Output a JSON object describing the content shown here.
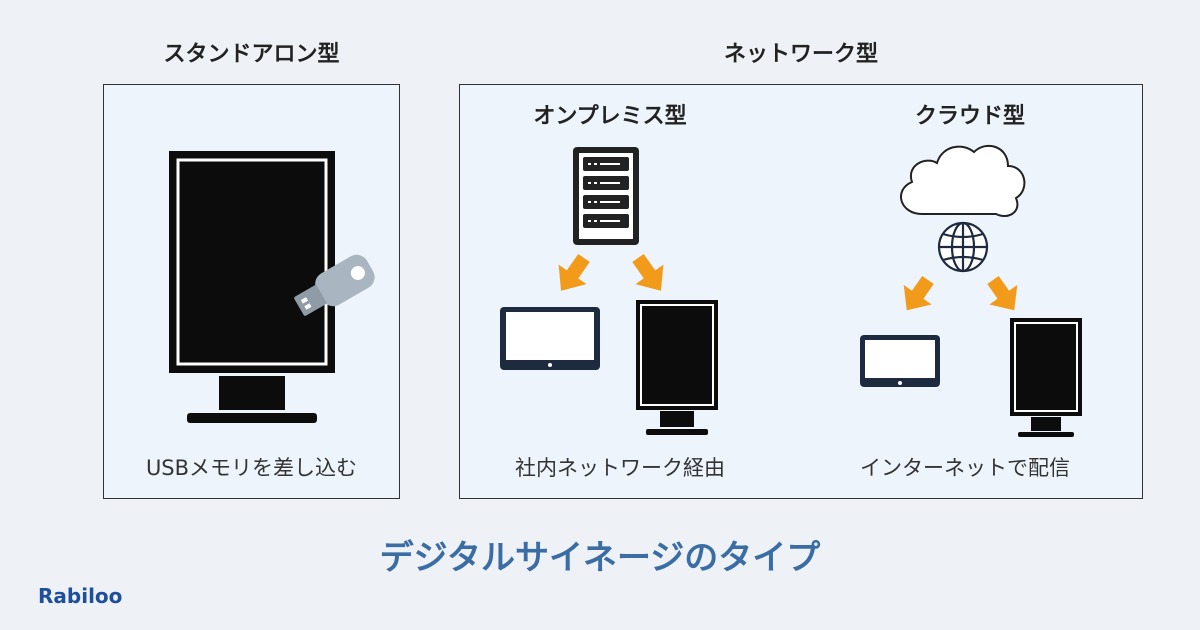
{
  "standalone": {
    "title": "スタンドアロン型",
    "caption": "USBメモリを差し込む"
  },
  "network": {
    "title": "ネットワーク型",
    "onpremise": {
      "title": "オンプレミス型",
      "caption": "社内ネットワーク経由"
    },
    "cloud": {
      "title": "クラウド型",
      "caption": "インターネットで配信"
    }
  },
  "main_title": "デジタルサイネージのタイプ",
  "logo": "Rabiloo",
  "colors": {
    "accent": "#f29a1a",
    "title": "#3b6da5",
    "panel_bg": "#edf4fc",
    "device_dark": "#0c0c0c",
    "tablet_frame": "#1e2b3e",
    "logo": "#1d4f9c"
  }
}
